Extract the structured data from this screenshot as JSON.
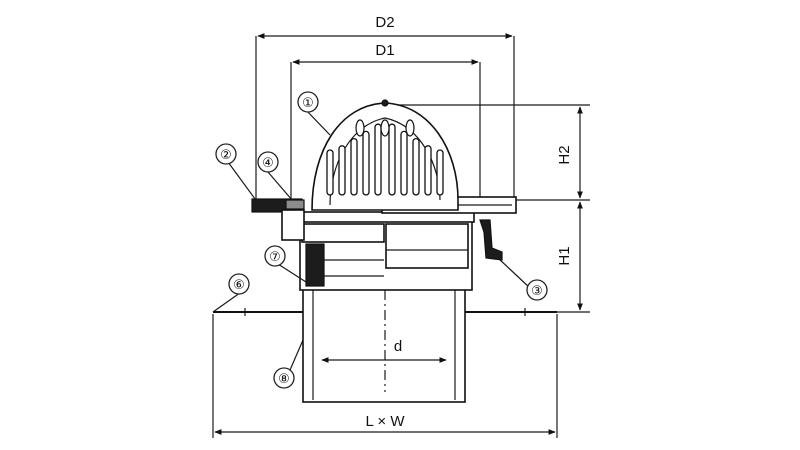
{
  "dimensions": {
    "d2": "D2",
    "d1": "D1",
    "h2": "H2",
    "h1": "H1",
    "d": "d",
    "lw": "L × W"
  },
  "callouts": [
    {
      "id": "1",
      "label": "①"
    },
    {
      "id": "2",
      "label": "②"
    },
    {
      "id": "3",
      "label": "③"
    },
    {
      "id": "4",
      "label": "④"
    },
    {
      "id": "6",
      "label": "⑥"
    },
    {
      "id": "7",
      "label": "⑦"
    },
    {
      "id": "8",
      "label": "⑧"
    }
  ],
  "colors": {
    "line": "#1a1a1a",
    "dark_fill": "#1c1c1c",
    "background": "#ffffff"
  }
}
